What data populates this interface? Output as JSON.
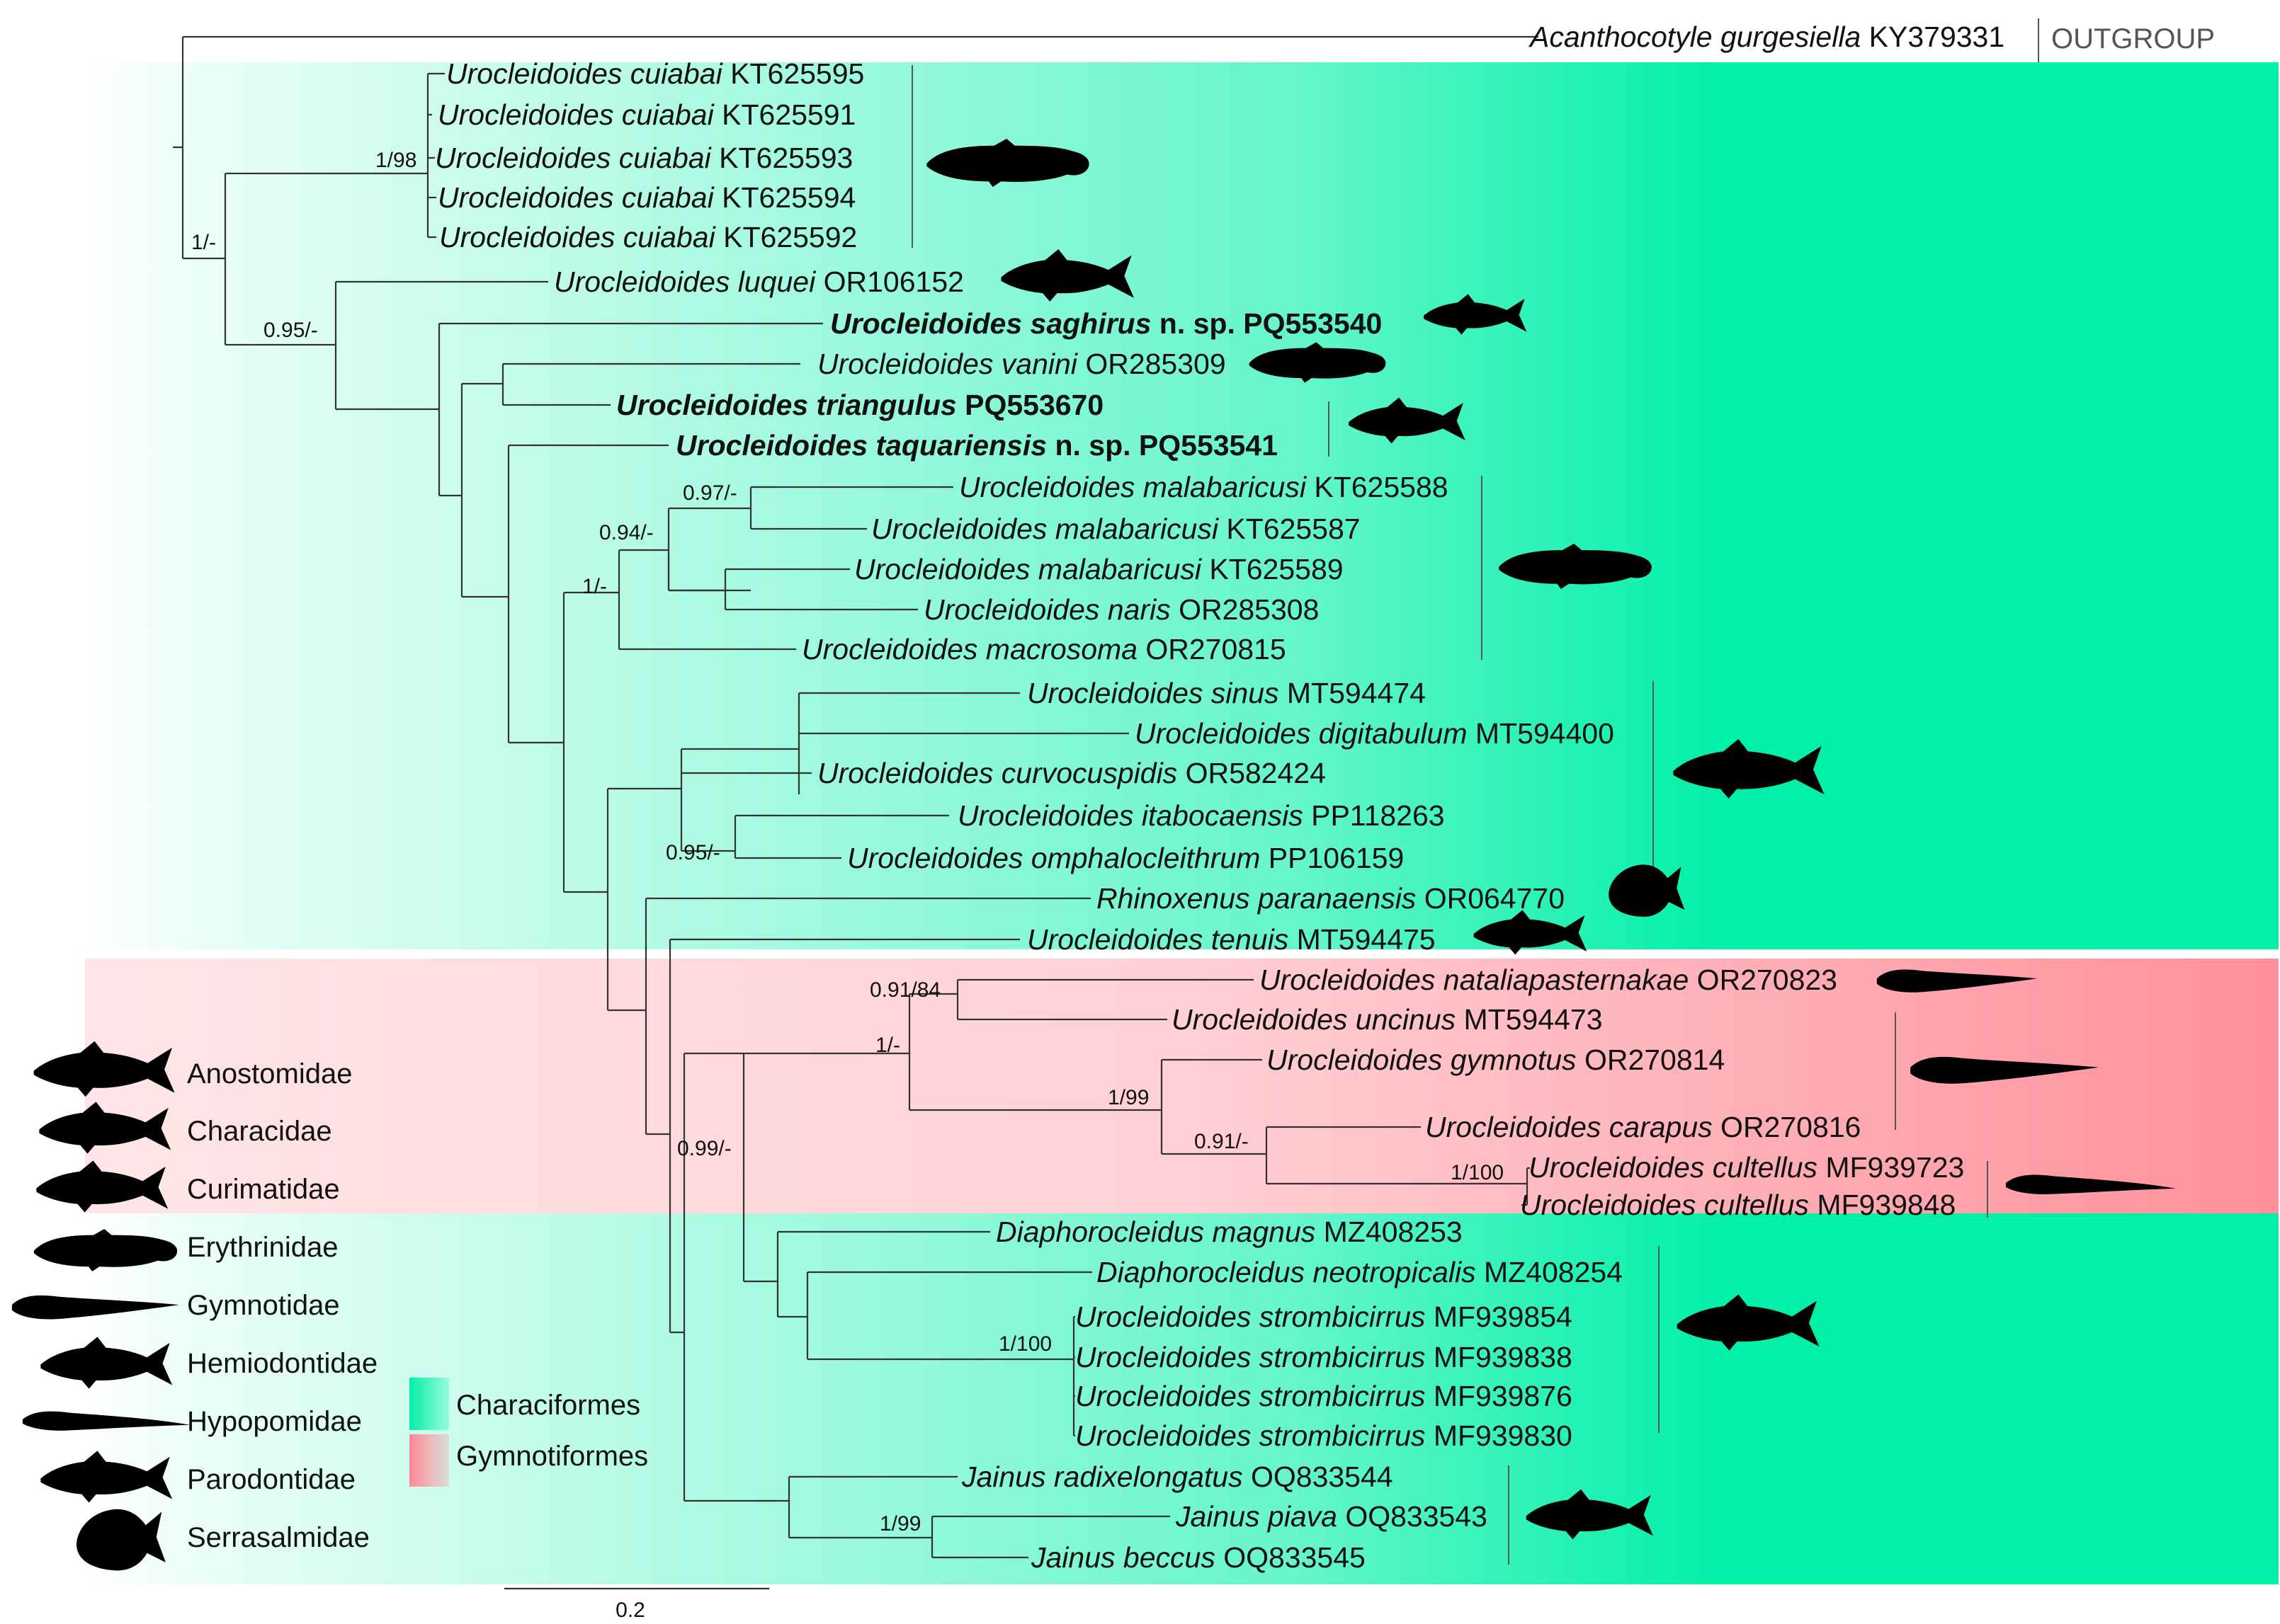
{
  "colors": {
    "characiformes": "#00f0a8",
    "gymnotiformes": "#ff8a95",
    "branch": "#333333",
    "silhouette": "#000000"
  },
  "outgroup_label": "OUTGROUP",
  "taxa": [
    {
      "genus_species": "Acanthocotyle gurgesiella",
      "suffix": "KY379331"
    },
    {
      "genus_species": "Urocleidoides cuiabai",
      "suffix": "KT625595"
    },
    {
      "genus_species": "Urocleidoides cuiabai",
      "suffix": "KT625591"
    },
    {
      "genus_species": "Urocleidoides cuiabai",
      "suffix": "KT625593"
    },
    {
      "genus_species": "Urocleidoides cuiabai",
      "suffix": "KT625594"
    },
    {
      "genus_species": "Urocleidoides cuiabai",
      "suffix": "KT625592"
    },
    {
      "genus_species": "Urocleidoides luquei",
      "suffix": "OR106152"
    },
    {
      "genus_species": "Urocleidoides saghirus",
      "suffix": "n. sp. PQ553540",
      "bold": true
    },
    {
      "genus_species": "Urocleidoides vanini",
      "suffix": "OR285309"
    },
    {
      "genus_species": "Urocleidoides triangulus",
      "suffix": "PQ553670",
      "bold": true
    },
    {
      "genus_species": "Urocleidoides taquariensis",
      "suffix": "n. sp. PQ553541",
      "bold": true
    },
    {
      "genus_species": "Urocleidoides malabaricusi",
      "suffix": "KT625588"
    },
    {
      "genus_species": "Urocleidoides malabaricusi",
      "suffix": "KT625587"
    },
    {
      "genus_species": "Urocleidoides malabaricusi",
      "suffix": "KT625589"
    },
    {
      "genus_species": "Urocleidoides naris",
      "suffix": "OR285308"
    },
    {
      "genus_species": "Urocleidoides macrosoma",
      "suffix": "OR270815"
    },
    {
      "genus_species": "Urocleidoides sinus",
      "suffix": "MT594474"
    },
    {
      "genus_species": "Urocleidoides digitabulum",
      "suffix": "MT594400"
    },
    {
      "genus_species": "Urocleidoides curvocuspidis",
      "suffix": "OR582424"
    },
    {
      "genus_species": "Urocleidoides itabocaensis",
      "suffix": "PP118263"
    },
    {
      "genus_species": "Urocleidoides omphalocleithrum",
      "suffix": "PP106159"
    },
    {
      "genus_species": "Rhinoxenus paranaensis",
      "suffix": "OR064770"
    },
    {
      "genus_species": "Urocleidoides tenuis",
      "suffix": "MT594475"
    },
    {
      "genus_species": "Urocleidoides nataliapasternakae",
      "suffix": "OR270823"
    },
    {
      "genus_species": "Urocleidoides uncinus",
      "suffix": "MT594473"
    },
    {
      "genus_species": "Urocleidoides gymnotus",
      "suffix": "OR270814"
    },
    {
      "genus_species": "Urocleidoides carapus",
      "suffix": "OR270816"
    },
    {
      "genus_species": "Urocleidoides cultellus",
      "suffix": "MF939723"
    },
    {
      "genus_species": "Urocleidoides cultellus",
      "suffix": "MF939848"
    },
    {
      "genus_species": "Diaphorocleidus magnus",
      "suffix": "MZ408253"
    },
    {
      "genus_species": "Diaphorocleidus neotropicalis",
      "suffix": "MZ408254"
    },
    {
      "genus_species": "Urocleidoides strombicirrus",
      "suffix": "MF939854"
    },
    {
      "genus_species": "Urocleidoides strombicirrus",
      "suffix": "MF939838"
    },
    {
      "genus_species": "Urocleidoides strombicirrus",
      "suffix": "MF939876"
    },
    {
      "genus_species": "Urocleidoides strombicirrus",
      "suffix": "MF939830"
    },
    {
      "genus_species": "Jainus radixelongatus",
      "suffix": "OQ833544"
    },
    {
      "genus_species": "Jainus piava",
      "suffix": "OQ833543"
    },
    {
      "genus_species": "Jainus beccus",
      "suffix": "OQ833545"
    }
  ],
  "supports": [
    "1/98",
    "1/-",
    "0.95/-",
    "0.97/-",
    "0.94/-",
    "1/-",
    "0.95/-",
    "0.91/84",
    "1/-",
    "1/99",
    "0.91/-",
    "1/100",
    "0.99/-",
    "1/100",
    "1/99"
  ],
  "legend": {
    "families": [
      "Anostomidae",
      "Characidae",
      "Curimatidae",
      "Erythrinidae",
      "Gymnotidae",
      "Hemiodontidae",
      "Hypopomidae",
      "Parodontidae",
      "Serrasalmidae"
    ],
    "orders": [
      "Characiformes",
      "Gymnotiformes"
    ]
  },
  "scale_bar": {
    "value": "0.2"
  }
}
